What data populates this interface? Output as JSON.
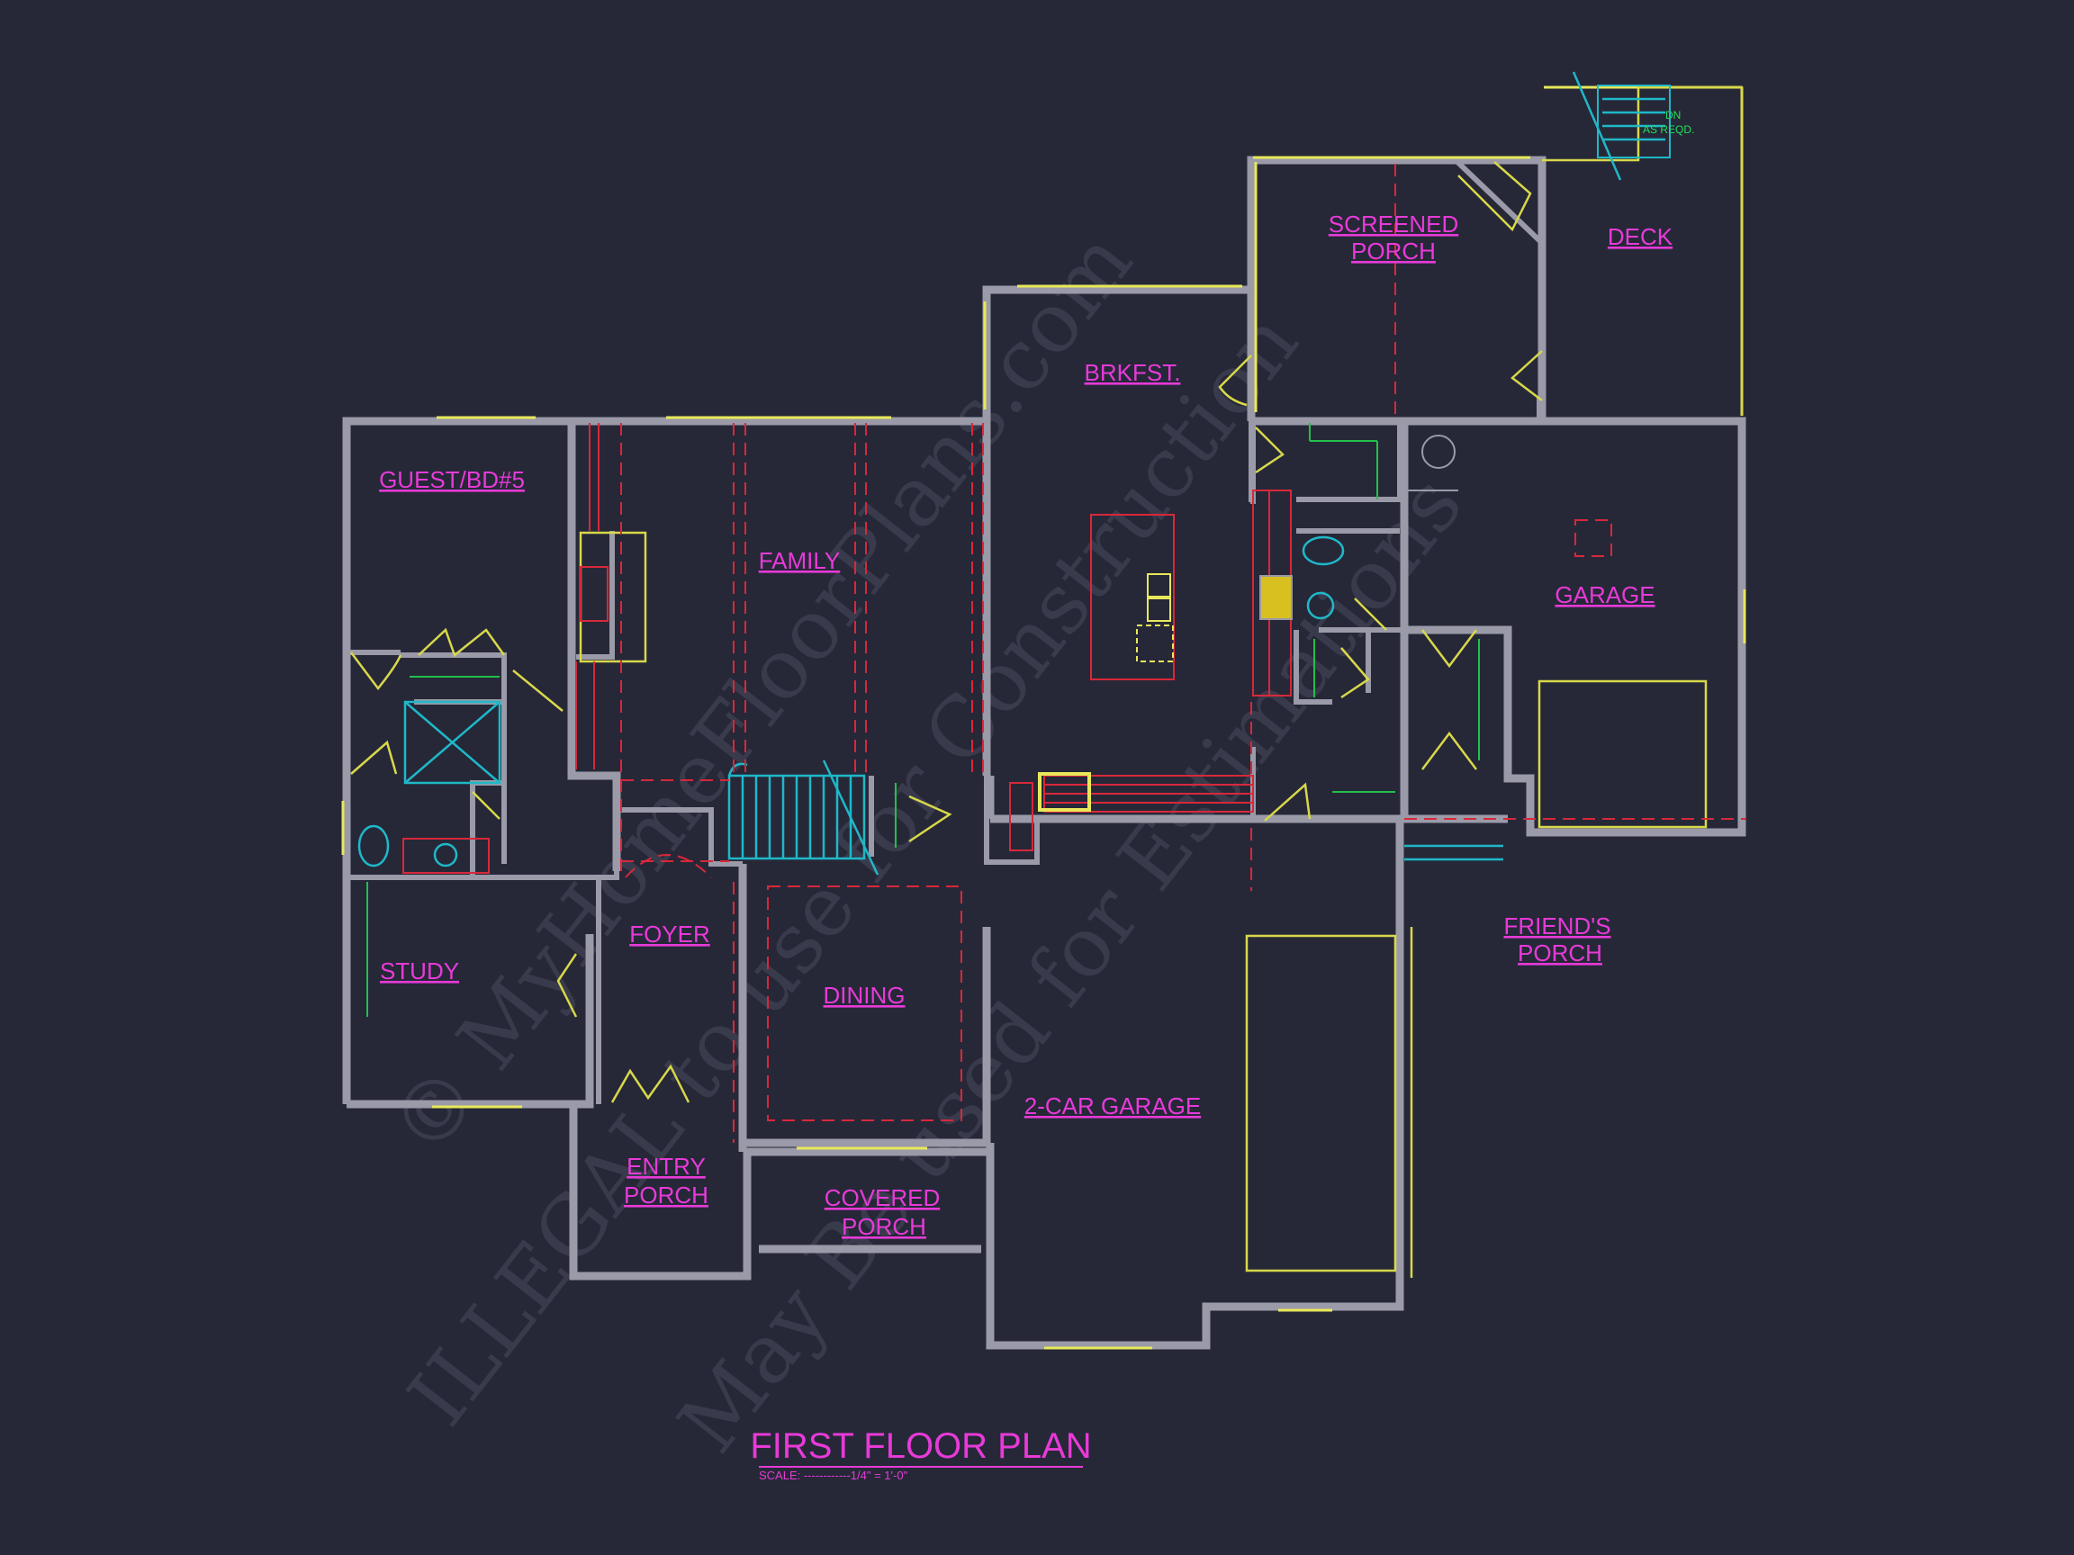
{
  "rooms": {
    "screened_porch_1": "SCREENED",
    "screened_porch_2": "PORCH",
    "deck": "DECK",
    "brkfst": "BRKFST.",
    "guest": "GUEST/BD#5",
    "family": "FAMILY",
    "garage": "GARAGE",
    "study": "STUDY",
    "foyer": "FOYER",
    "dining": "DINING",
    "friends_porch_1": "FRIEND'S",
    "friends_porch_2": "PORCH",
    "two_car_garage": "2-CAR GARAGE",
    "entry_porch_1": "ENTRY",
    "entry_porch_2": "PORCH",
    "covered_porch_1": "COVERED",
    "covered_porch_2": "PORCH"
  },
  "stair_note": {
    "line1": "DN",
    "line2": "AS REQD."
  },
  "title": "FIRST FLOOR PLAN",
  "scale_text": "SCALE: ------------1/4\" = 1'-0\"",
  "watermark": {
    "line1": "© MyHomeFloorPlans.com",
    "line2": "ILLEGAL to use for Construction",
    "line3": "May Be used for Estimations"
  },
  "colors": {
    "background": "#262838",
    "label": "#e83ad8",
    "wall": "#9a9aa8",
    "window": "#e8e85a",
    "red_lines": "#d8283a",
    "green_lines": "#22c04a",
    "cyan_lines": "#1fb8c8"
  }
}
